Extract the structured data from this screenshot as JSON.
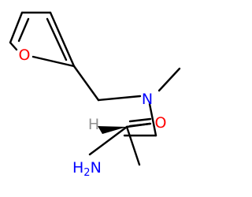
{
  "molecule": {
    "colors": {
      "carbon_bond": "#000000",
      "oxygen": "#ff0000",
      "nitrogen": "#0000ff",
      "hydrogen": "#909090",
      "background": "#ffffff"
    },
    "atoms": {
      "furan_oxygen": {
        "symbol": "O",
        "element": "oxygen"
      },
      "amide_nitrogen": {
        "symbol": "N",
        "element": "nitrogen"
      },
      "carbonyl_oxygen": {
        "symbol": "O",
        "element": "oxygen"
      },
      "stereo_hydrogen": {
        "symbol": "H",
        "element": "hydrogen"
      },
      "amine": {
        "symbol": "H",
        "subscript": "2",
        "symbol_suffix": "N",
        "element": "nitrogen"
      }
    }
  }
}
